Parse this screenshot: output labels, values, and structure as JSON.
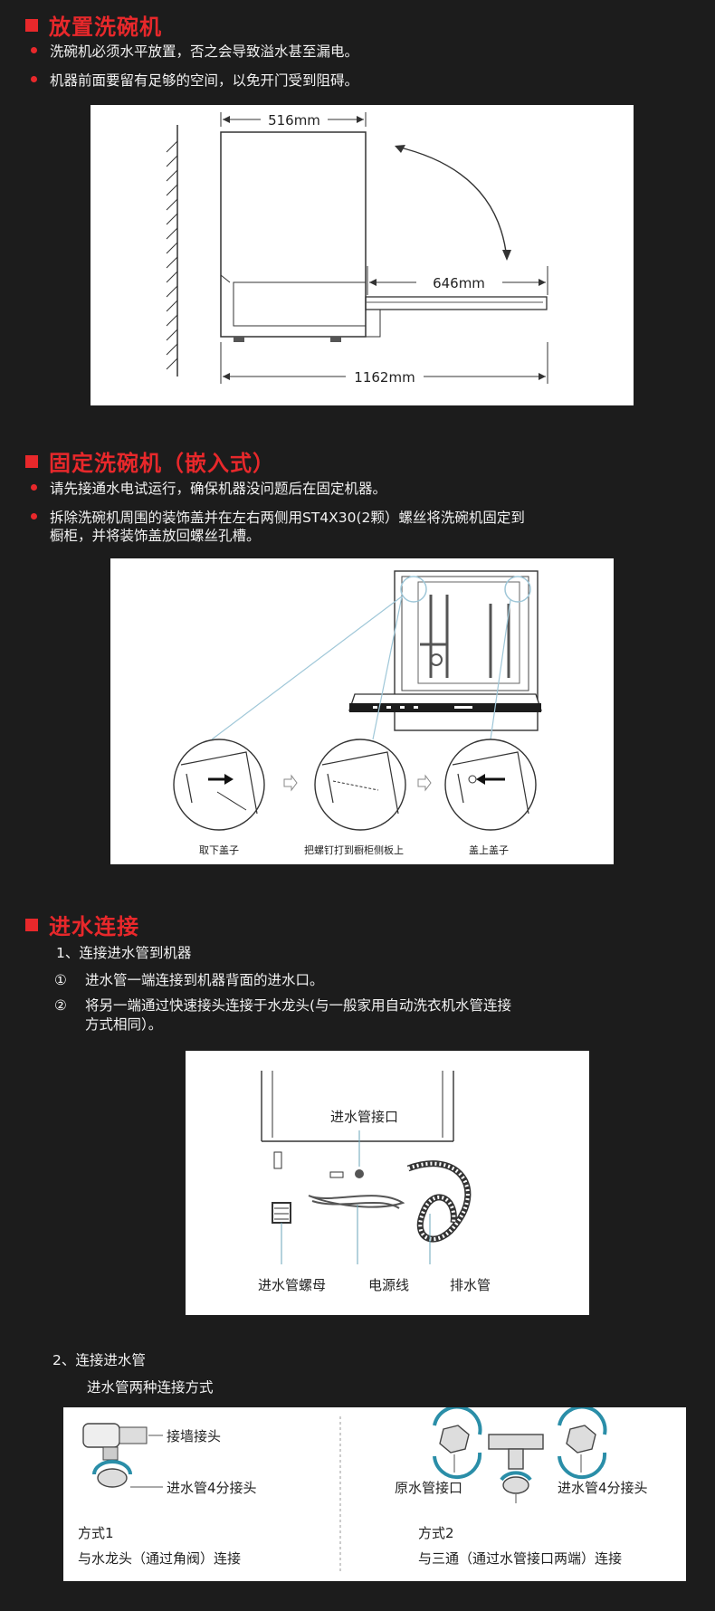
{
  "section1": {
    "title": "放置洗碗机",
    "bullets": [
      "洗碗机必须水平放置，否之会导致溢水甚至漏电。",
      "机器前面要留有足够的空间，以免开门受到阻碍。"
    ],
    "diagram": {
      "dim_width": "516mm",
      "dim_door": "646mm",
      "dim_total": "1162mm"
    }
  },
  "section2": {
    "title": "固定洗碗机（嵌入式）",
    "bullets": [
      "请先接通水电试运行，确保机器没问题后在固定机器。",
      "拆除洗碗机周围的装饰盖并在左右两侧用ST4X30(2颗）螺丝将洗碗机固定到",
      "橱柜，并将装饰盖放回螺丝孔槽。"
    ],
    "steps": [
      "取下盖子",
      "把螺钉打到橱柜侧板上",
      "盖上盖子"
    ]
  },
  "section3": {
    "title": "进水连接",
    "sub1": "1、连接进水管到机器",
    "items": [
      {
        "num": "①",
        "text": "进水管一端连接到机器背面的进水口。"
      },
      {
        "num": "②",
        "text": "将另一端通过快速接头连接于水龙头(与一般家用自动洗衣机水管连接",
        "text2": "方式相同）。"
      }
    ],
    "diagram": {
      "inlet": "进水管接口",
      "nut": "进水管螺母",
      "power": "电源线",
      "drain": "排水管"
    },
    "sub2": "2、连接进水管",
    "sub2_desc": "进水管两种连接方式",
    "method1": {
      "label_a": "接墙接头",
      "label_b": "进水管4分接头",
      "title": "方式1",
      "desc": "与水龙头（通过角阀）连接"
    },
    "method2": {
      "label_a": "原水管接口",
      "label_b": "进水管4分接头",
      "title": "方式2",
      "desc": "与三通（通过水管接口两端）连接"
    }
  },
  "colors": {
    "accent": "#e8282b",
    "background": "#1c1c1c",
    "panel": "#ffffff"
  }
}
